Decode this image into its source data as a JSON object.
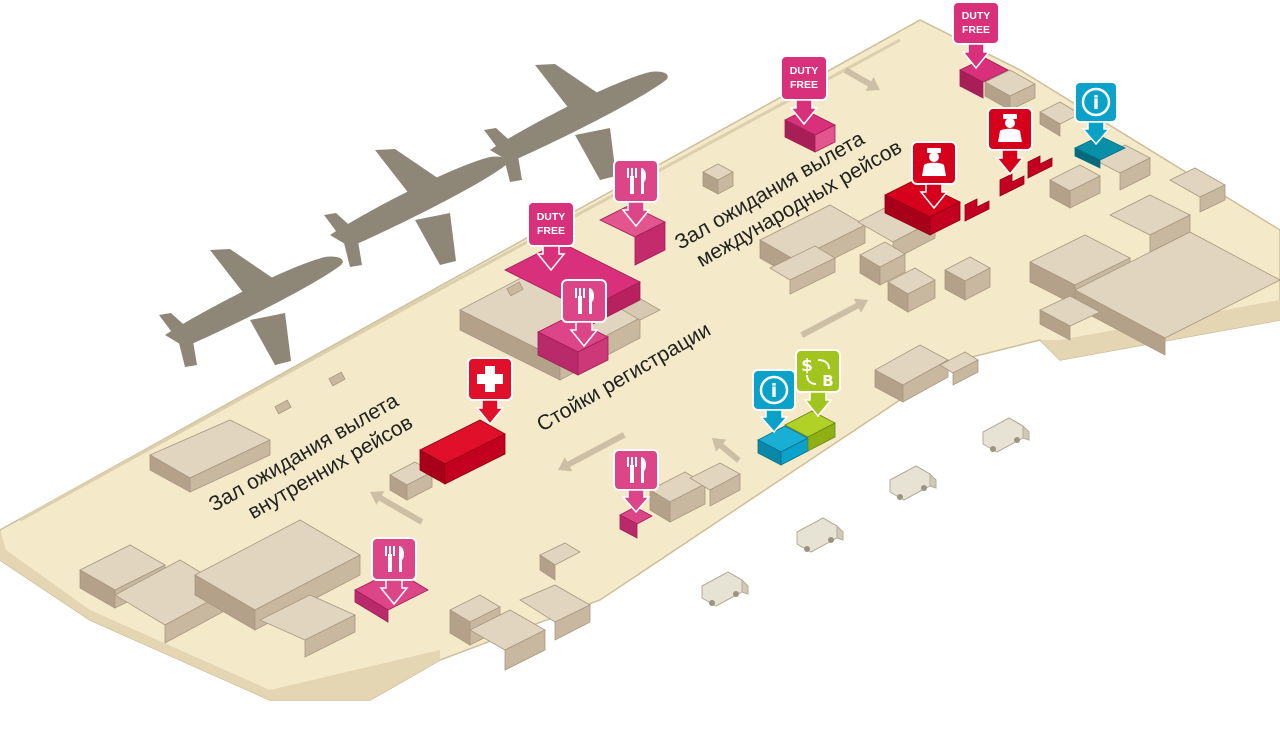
{
  "zones": {
    "domestic_line1": "Зал ожидания вылета",
    "domestic_line2": "внутренних рейсов",
    "international_line1": "Зал ожидания вылета",
    "international_line2": "международных рейсов",
    "checkin": "Стойки регистрации"
  },
  "signs": {
    "duty_free_line1": "DUTY",
    "duty_free_line2": "FREE",
    "info_glyph": "i",
    "exchange_glyph_1": "$",
    "exchange_glyph_2": "B"
  },
  "colors": {
    "floor": "#f4e9c8",
    "floor_edge": "#d9ccaa",
    "block_top": "#e2d5c0",
    "block_side": "#c8b8a0",
    "block_front": "#b3a18a",
    "plane": "#8e8778",
    "duty_free": "#d8307a",
    "restaurant": "#dd4589",
    "medical": "#d6001c",
    "passport_control": "#cf0a2c",
    "info": "#0aa2c9",
    "exchange": "#9ec21d",
    "arrow": "#ccbfa6",
    "van": "#dfdccf"
  }
}
